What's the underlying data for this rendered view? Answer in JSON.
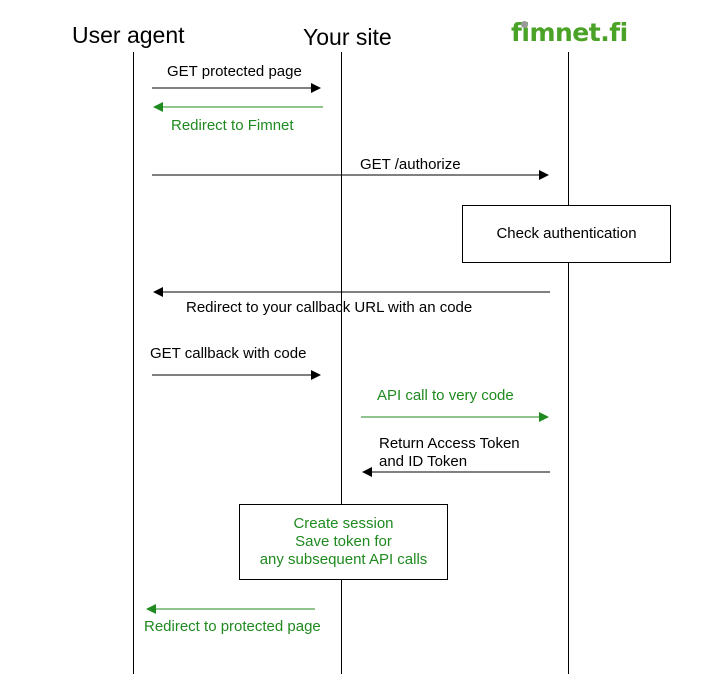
{
  "participants": {
    "user_agent": "User agent",
    "your_site": "Your site",
    "provider": "fimnet.fi"
  },
  "messages": [
    {
      "label": "GET protected page",
      "color": "#000000"
    },
    {
      "label": "Redirect to Fimnet",
      "color": "#1f8a1f"
    },
    {
      "label": "GET /authorize",
      "color": "#000000"
    },
    {
      "label": "Redirect to your callback URL with an code",
      "color": "#000000"
    },
    {
      "label": "GET callback with code",
      "color": "#000000"
    },
    {
      "label": "API call to very code",
      "color": "#1f8a1f"
    },
    {
      "label_line1": "Return Access Token",
      "label_line2": "and ID Token",
      "color": "#000000"
    },
    {
      "label": "Redirect to protected page",
      "color": "#1f8a1f"
    }
  ],
  "boxes": {
    "check_auth": "Check authentication",
    "session": {
      "line1": "Create session",
      "line2": "Save token for",
      "line3": "any subsequent API calls"
    }
  },
  "colors": {
    "green": "#1f8a1f",
    "logo_green": "#4aa326",
    "black": "#000000"
  }
}
